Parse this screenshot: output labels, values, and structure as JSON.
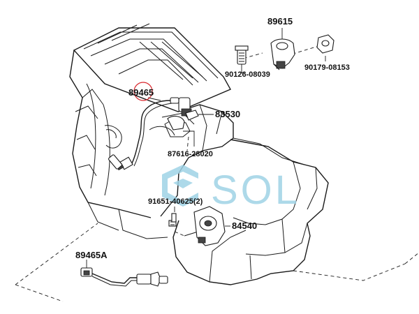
{
  "labels": {
    "p89615": "89615",
    "p90126": "90126-08039",
    "p90179": "90179-08153",
    "p89465": "89465",
    "p83530": "83530",
    "p87616": "87616-28020",
    "p91651": "91651-40625(2)",
    "p84540": "84540",
    "p89465a": "89465A"
  },
  "watermark": {
    "text": "SOL",
    "color": "#9fd3e6"
  },
  "highlight_color": "#d8262c"
}
